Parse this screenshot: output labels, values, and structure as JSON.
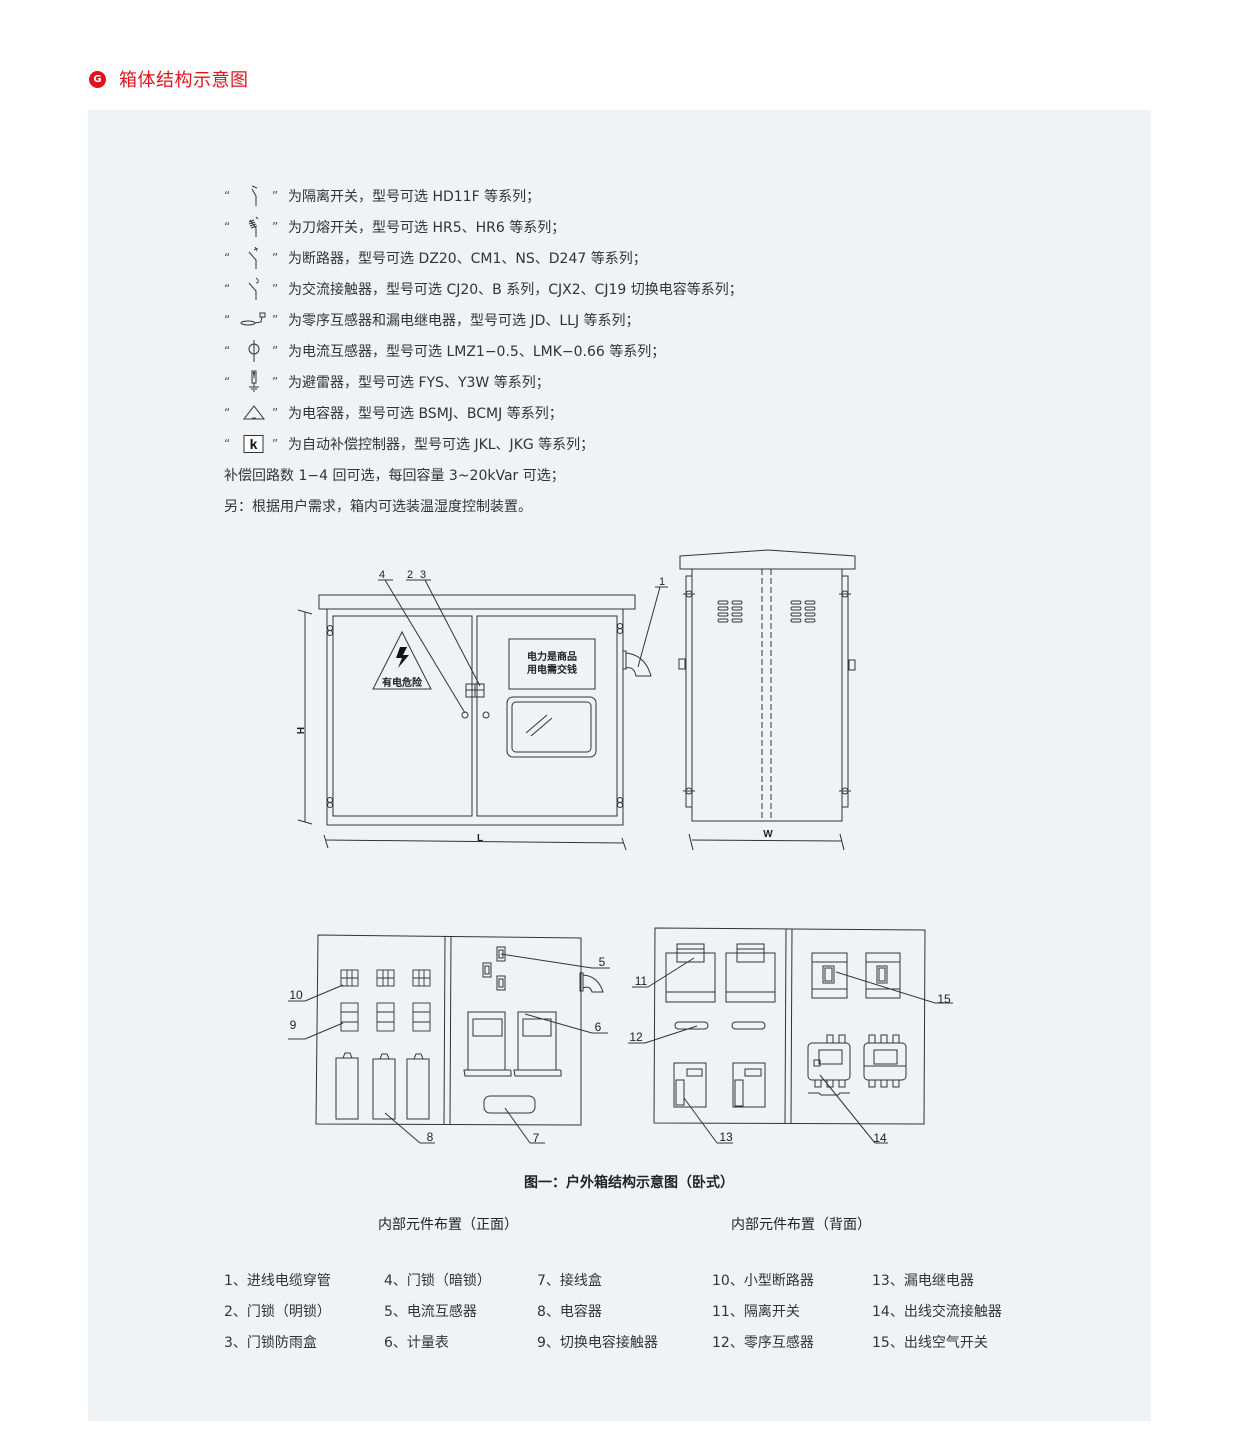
{
  "section": {
    "badge_icon": "circle-logo-icon",
    "badge_glyph": "G",
    "title": "箱体结构示意图",
    "accent_color": "#e1141e"
  },
  "legend": {
    "items": [
      {
        "symbol": "isolating-switch-icon",
        "open_quote": "“",
        "close_quote": "”",
        "text": "为隔离开关，型号可选 HD11F 等系列；"
      },
      {
        "symbol": "knife-fuse-switch-icon",
        "open_quote": "“",
        "close_quote": "”",
        "text": "为刀熔开关，型号可选 HR5、HR6 等系列；"
      },
      {
        "symbol": "circuit-breaker-icon",
        "open_quote": "“",
        "close_quote": "”",
        "text": "为断路器，型号可选 DZ20、CM1、NS、D247 等系列；"
      },
      {
        "symbol": "ac-contactor-icon",
        "open_quote": "“",
        "close_quote": "”",
        "text": "为交流接触器，型号可选 CJ20、B 系列，CJX2、CJ19 切换电容等系列；"
      },
      {
        "symbol": "zero-sequence-ct-icon",
        "open_quote": "“",
        "close_quote": "”",
        "text": "为零序互感器和漏电继电器，型号可选 JD、LLJ 等系列；"
      },
      {
        "symbol": "current-transformer-icon",
        "open_quote": "“",
        "close_quote": "”",
        "text": "为电流互感器，型号可选 LMZ1−0.5、LMK−0.66 等系列；"
      },
      {
        "symbol": "surge-arrester-icon",
        "open_quote": "“",
        "close_quote": "”",
        "text": "为避雷器，型号可选 FYS、Y3W 等系列；"
      },
      {
        "symbol": "capacitor-icon",
        "open_quote": "“",
        "close_quote": "”",
        "text": "为电容器，型号可选 BSMJ、BCMJ 等系列；"
      },
      {
        "symbol": "auto-compensation-controller-icon",
        "symbol_label": "k",
        "open_quote": "“",
        "close_quote": "”",
        "text": "为自动补偿控制器，型号可选 JKL、JKG 等系列；"
      }
    ],
    "notes": [
      "补偿回路数 1−4 回可选，每回容量 3~20kVar 可选；",
      "另：根据用户需求，箱内可选装温湿度控制装置。"
    ]
  },
  "front_view": {
    "warning_sign_text": "有电危险",
    "notice_line1": "电力是商品",
    "notice_line2": "用电需交钱",
    "dim_height": "H",
    "dim_length": "L",
    "callouts": [
      "4",
      "2",
      "3",
      "1"
    ]
  },
  "side_view": {
    "dim_width": "W"
  },
  "internal_front": {
    "callouts": [
      "10",
      "9",
      "8",
      "5",
      "6",
      "7"
    ]
  },
  "internal_back": {
    "callouts": [
      "11",
      "12",
      "13",
      "15",
      "14"
    ]
  },
  "captions": {
    "figure_title": "图一：户外箱结构示意图（卧式）",
    "front_layout": "内部元件布置（正面）",
    "back_layout": "内部元件布置（背面）"
  },
  "parts": {
    "columns": [
      [
        "1、进线电缆穿管",
        "2、门锁（明锁）",
        "3、门锁防雨盒"
      ],
      [
        "4、门锁（暗锁）",
        "5、电流互感器",
        "6、计量表"
      ],
      [
        "7、接线盒",
        "8、电容器",
        "9、切换电容接触器"
      ],
      [
        "10、小型断路器",
        "11、隔离开关",
        "12、零序互感器"
      ],
      [
        "13、漏电继电器",
        "14、出线交流接触器",
        "15、出线空气开关"
      ]
    ]
  }
}
